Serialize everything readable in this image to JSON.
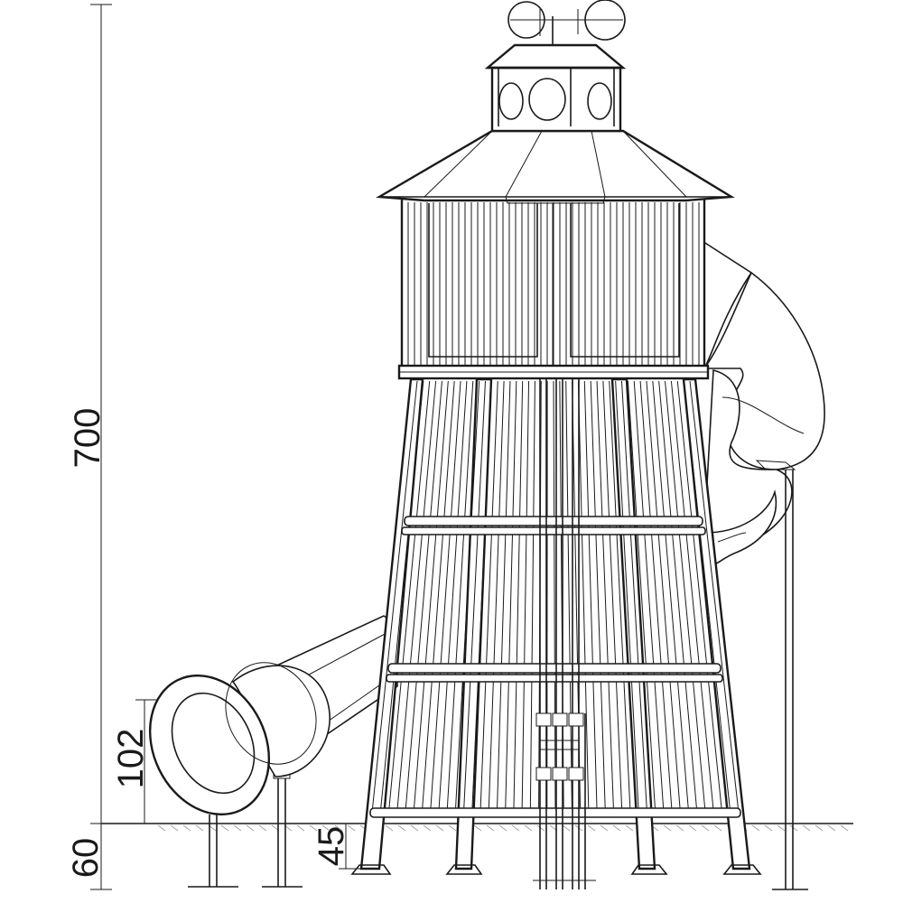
{
  "dimensions": {
    "total_height": "700",
    "slide_exit_height": "102",
    "ground_depth": "60",
    "platform_offset": "45"
  },
  "colors": {
    "line": "#1a1a1a",
    "ground_hatch": "#9a9a9a",
    "background": "#ffffff"
  }
}
